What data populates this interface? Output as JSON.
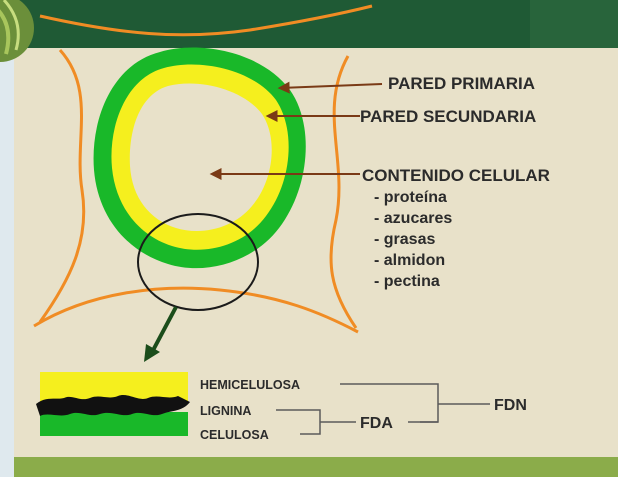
{
  "labels": {
    "pared_primaria": "PARED PRIMARIA",
    "pared_secundaria": "PARED SECUNDARIA",
    "contenido_celular": "CONTENIDO CELULAR",
    "contents": [
      "- proteína",
      "- azucares",
      "- grasas",
      "- almidon",
      "- pectina"
    ]
  },
  "fiber_legend": {
    "hemicelulosa": "HEMICELULOSA",
    "lignina": "LIGNINA",
    "celulosa": "CELULOSA",
    "fda": "FDA",
    "fdn": "FDN"
  },
  "colors": {
    "background": "#e8e1c9",
    "header_green": "#1f5a35",
    "footer_green": "#8bac4a",
    "cell_wall_primary": "#19b829",
    "cell_wall_secondary": "#f5ef1e",
    "cell_wall_lines": "#f08c24",
    "arrow": "#7a3a16",
    "text": "#2b2b2b",
    "lignin": "#111111"
  }
}
